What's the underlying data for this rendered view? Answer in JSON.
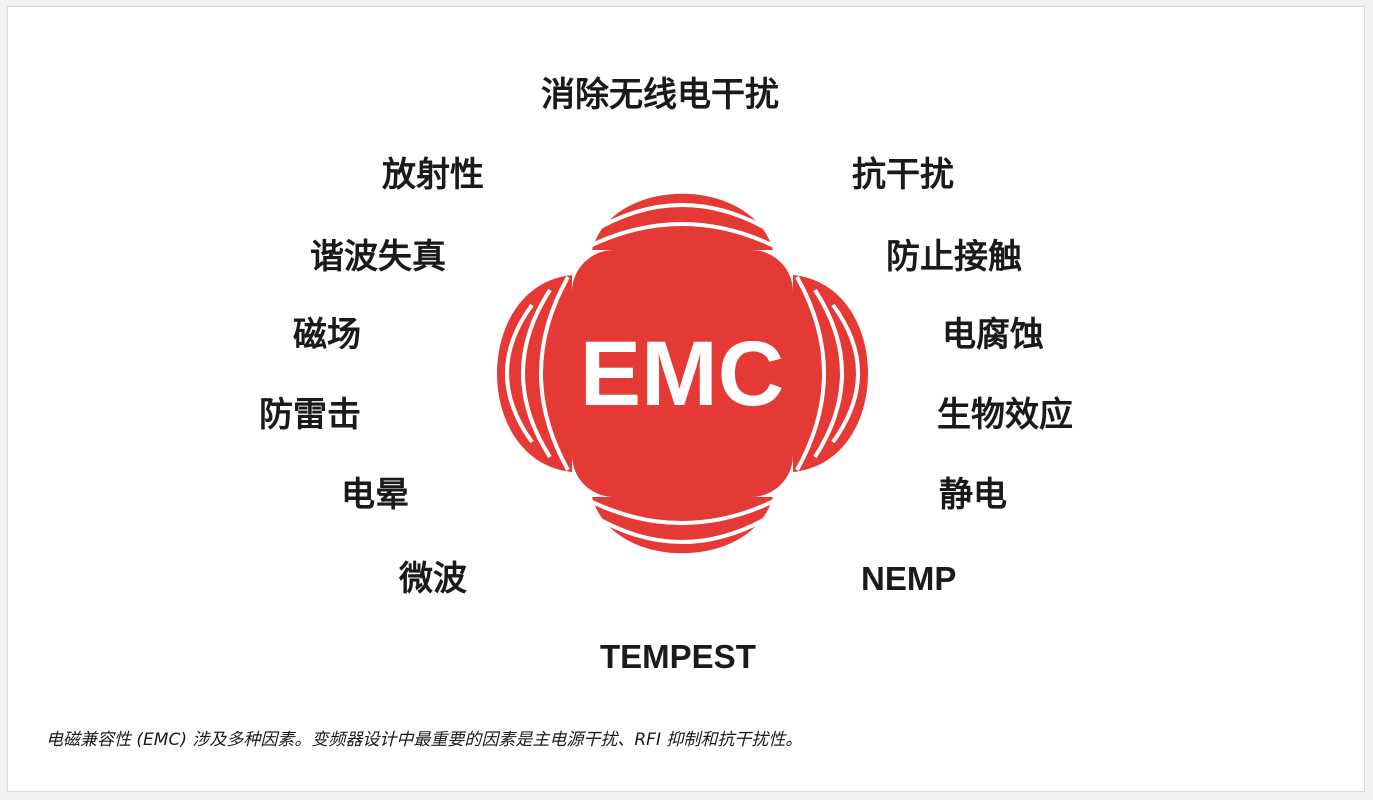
{
  "diagram": {
    "center_label": "EMC",
    "top_label": "消除无线电干扰",
    "bottom_label": "TEMPEST",
    "left_labels": [
      "放射性",
      "谐波失真",
      "磁场",
      "防雷击",
      "电晕",
      "微波"
    ],
    "right_labels": [
      "抗干扰",
      "防止接触",
      "电腐蚀",
      "生物效应",
      "静电",
      "NEMP"
    ],
    "caption": "电磁兼容性 (EMC) 涉及多种因素。变频器设计中最重要的因素是主电源干扰、RFI 抑制和抗干扰性。",
    "colors": {
      "emblem_red": "#e53935",
      "text": "#1a1a1a",
      "background": "#ffffff"
    }
  }
}
